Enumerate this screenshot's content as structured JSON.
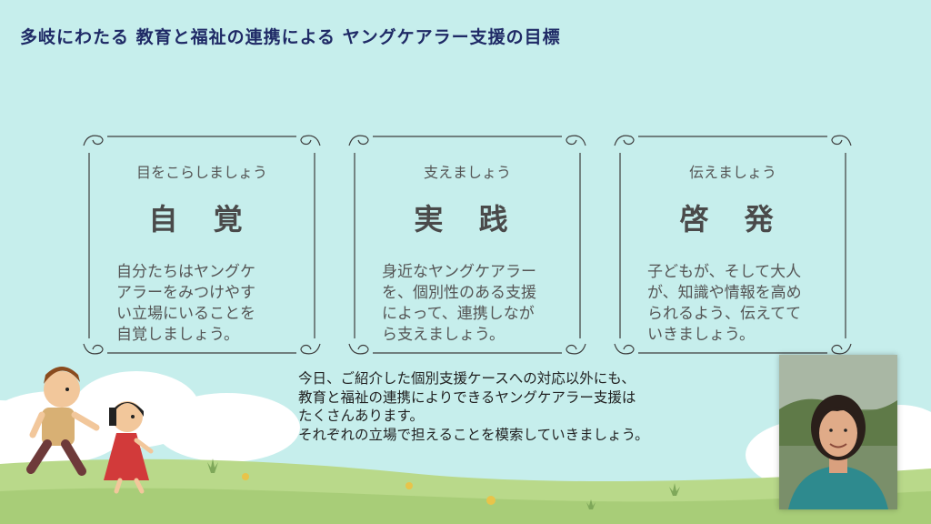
{
  "title": "多岐にわたる 教育と福祉の連携による ヤングケアラー支援の目標",
  "cards": [
    {
      "sub": "目をこらしましょう",
      "keyword": "自 覚",
      "body_lines": [
        "自分たちはヤングケ",
        "アラーをみつけやす",
        "い立場にいることを",
        "自覚しましょう。"
      ]
    },
    {
      "sub": "支えましょう",
      "keyword": "実 践",
      "body_lines": [
        "身近なヤングケアラー",
        "を、個別性のある支援",
        "によって、連携しなが",
        "ら支えましょう。"
      ]
    },
    {
      "sub": "伝えましょう",
      "keyword": "啓 発",
      "body_lines": [
        "子どもが、そして大人",
        "が、知識や情報を高め",
        "られるよう、伝えてて",
        "いきましょう。"
      ]
    }
  ],
  "message_lines": [
    "今日、ご紹介した個別支援ケースへの対応以外にも、",
    "教育と福祉の連携によりできるヤングケアラー支援は",
    "たくさんあります。",
    "それぞれの立場で担えることを模索していきましょう。"
  ],
  "colors": {
    "background": "#c6eeec",
    "title": "#1f2a66",
    "grass": "#b9d98a",
    "frame": "#3d3d3d"
  }
}
